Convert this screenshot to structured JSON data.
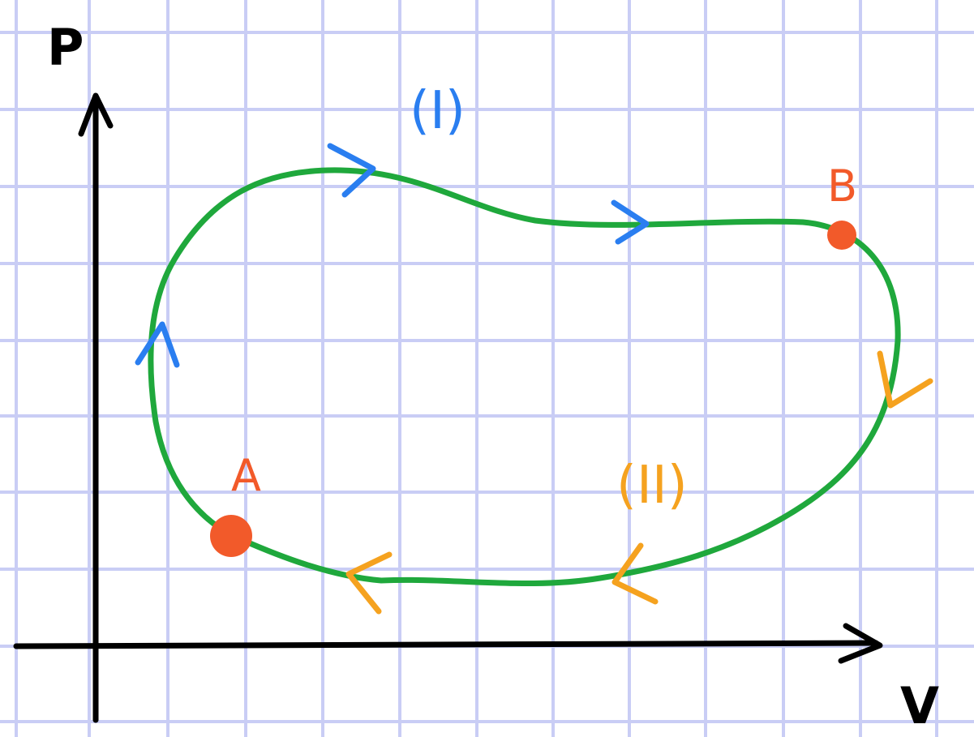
{
  "axes": {
    "y_label": "P",
    "x_label": "V"
  },
  "points": {
    "a": {
      "label": "A"
    },
    "b": {
      "label": "B"
    }
  },
  "paths": {
    "one": {
      "label": "(I)"
    },
    "two": {
      "label": "(II)"
    }
  },
  "colors": {
    "grid": "#c9cdf5",
    "axis": "#000000",
    "cycle": "#1fa83c",
    "path_one": "#2a7ef0",
    "path_two": "#f5a21f",
    "points": "#f25a2a"
  }
}
